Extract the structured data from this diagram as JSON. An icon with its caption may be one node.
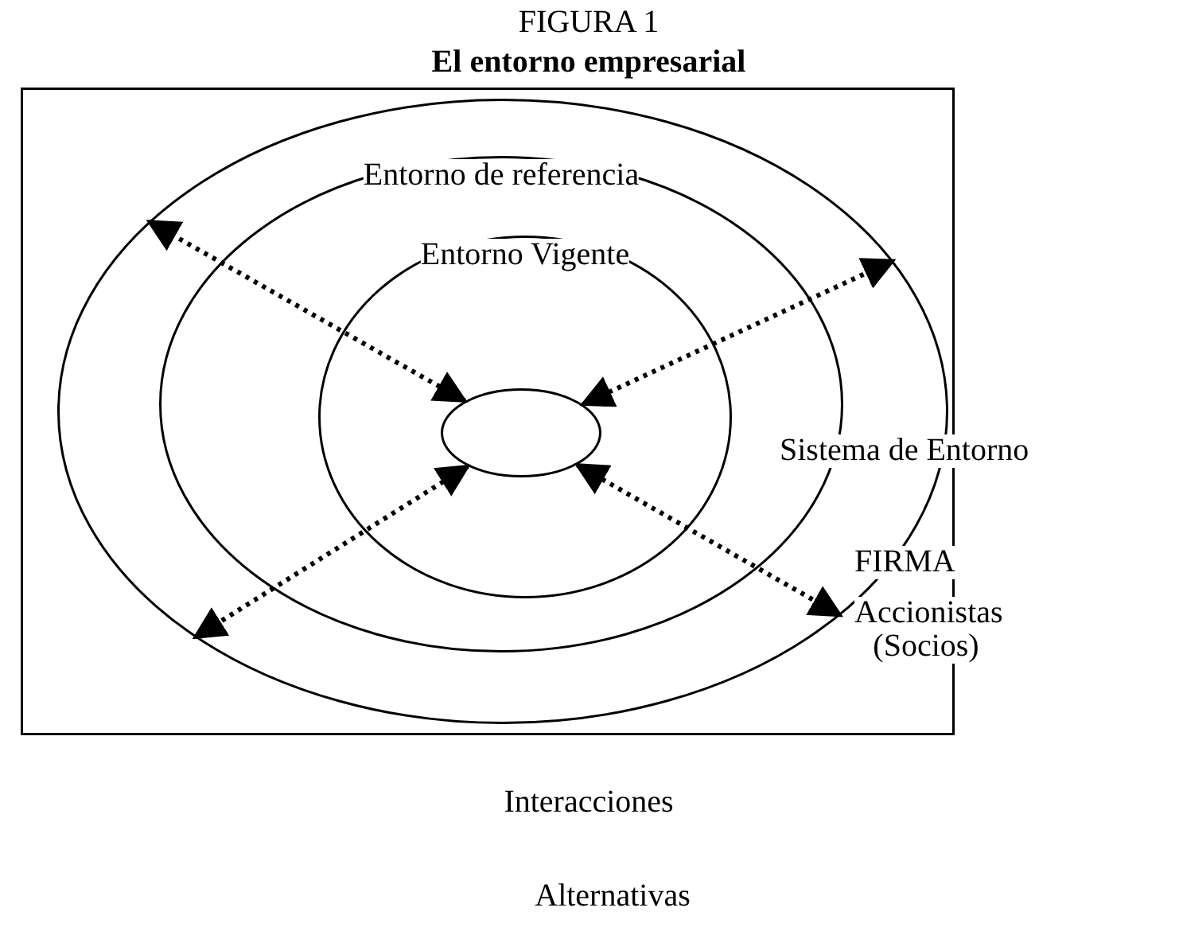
{
  "diagram": {
    "title": "El entorno empresarial",
    "nodes": [
      {
        "text": [],
        "shape": "box"
      },
      {
        "text": [],
        "shape": "ellipse",
        "in": 0
      },
      {
        "text": [
          "Entorno de referencia"
        ],
        "in": 1
      },
      {
        "text": [
          "Entorno Vigente"
        ],
        "in": 2
      },
      {
        "text": [],
        "shape": "ellipse",
        "in": 3
      }
    ],
    "edges": [
      {
        "from": 4,
        "to": 1,
        "arrow": "both",
        "style": "dashed"
      },
      {
        "from": 4,
        "to": 1,
        "arrow": "both",
        "style": "dashed"
      },
      {
        "from": 4,
        "to": 1,
        "arrow": "both",
        "style": "dashed"
      },
      {
        "from": 4,
        "to": 1,
        "arrow": "both",
        "style": "dashed"
      }
    ],
    "labels": [
      "FIGURA 1",
      "Sistema de Entorno",
      "FIRMA",
      "Accionistas (Socios)",
      "Interacciones",
      "Alternativas"
    ]
  }
}
